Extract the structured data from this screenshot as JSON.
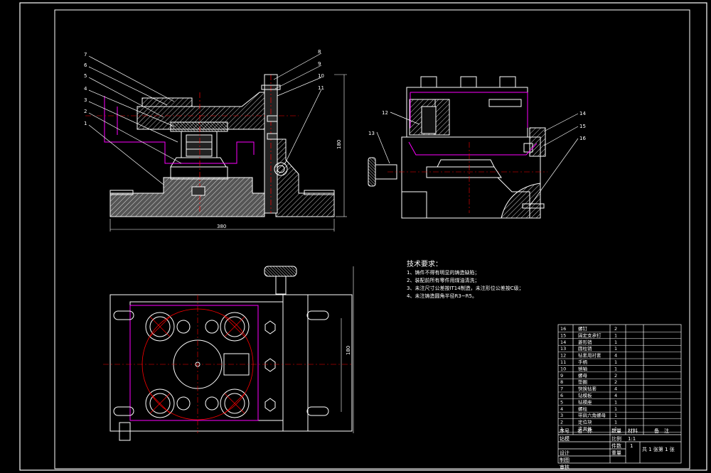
{
  "callouts_left": [
    "7",
    "6",
    "5",
    "4",
    "3",
    "2",
    "1"
  ],
  "callouts_top": [
    "8",
    "9",
    "10",
    "11"
  ],
  "callouts_side": [
    "12",
    "13",
    "14",
    "15",
    "16"
  ],
  "dim_width": "380",
  "dim_height": "180",
  "dim_plan": "180",
  "tech": {
    "title": "技术要求：",
    "items": [
      "1、铸件不得有明显的铸造缺陷；",
      "2、装配前所有零件用煤油清洗；",
      "3、未注尺寸公差按IT14制造，未注形位公差按C级；",
      "4、未注铸造圆角半径R3~R5。"
    ]
  },
  "bom": [
    {
      "no": "16",
      "name": "螺钉",
      "qty": "2"
    },
    {
      "no": "15",
      "name": "固定支承钉",
      "qty": "1"
    },
    {
      "no": "14",
      "name": "菱形销",
      "qty": "1"
    },
    {
      "no": "13",
      "name": "圆柱销",
      "qty": "1"
    },
    {
      "no": "12",
      "name": "钻套用衬套",
      "qty": "4"
    },
    {
      "no": "11",
      "name": "手柄",
      "qty": "1"
    },
    {
      "no": "10",
      "name": "销轴",
      "qty": "1"
    },
    {
      "no": "9",
      "name": "螺母",
      "qty": "2"
    },
    {
      "no": "8",
      "name": "垫圈",
      "qty": "2"
    },
    {
      "no": "7",
      "name": "快换钻套",
      "qty": "4"
    },
    {
      "no": "6",
      "name": "钻模板",
      "qty": "4"
    },
    {
      "no": "5",
      "name": "钻模座",
      "qty": "1"
    },
    {
      "no": "4",
      "name": "螺柱",
      "qty": "1"
    },
    {
      "no": "3",
      "name": "带肩六角螺母",
      "qty": "1"
    },
    {
      "no": "2",
      "name": "定位块",
      "qty": "1"
    },
    {
      "no": "1",
      "name": "夹具体",
      "qty": "1"
    }
  ],
  "bom_header": {
    "no": "序号",
    "name": "名　称",
    "qty": "数量",
    "mat": "材料",
    "note": "备　注"
  },
  "title_block": {
    "r1": "钻模",
    "r2": "比例",
    "r2v": "1:1",
    "r3": "件数",
    "r3v": "1",
    "sheet": "共 1 张第 1 张",
    "design": "设计",
    "draw": "制图",
    "check": "审核",
    "weight": "重量"
  }
}
